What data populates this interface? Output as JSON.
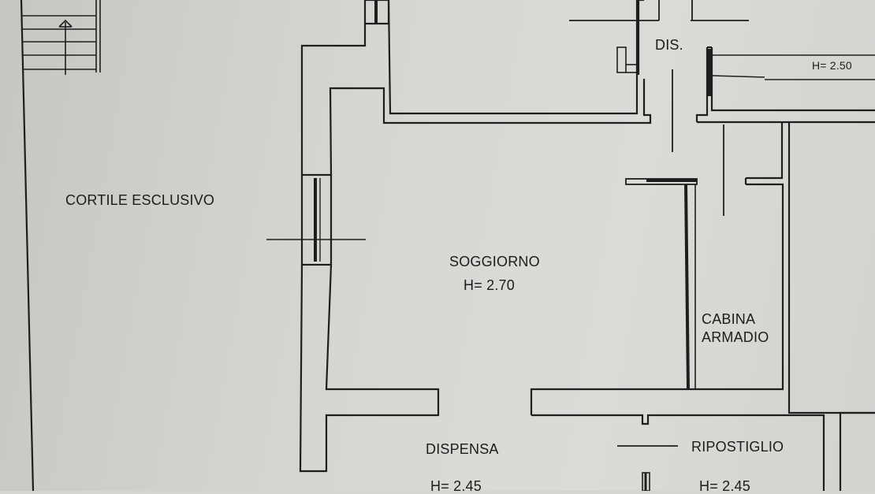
{
  "labels": {
    "cortile": "CORTILE ESCLUSIVO",
    "soggiorno": "SOGGIORNO",
    "soggiorno_h": "H= 2.70",
    "dis": "DIS.",
    "h_250": "H= 2.50",
    "cabina_1": "CABINA",
    "cabina_2": "ARMADIO",
    "dispensa": "DISPENSA",
    "dispensa_h": "H= 2.45",
    "ripostiglio": "RIPOSTIGLIO",
    "ripostiglio_h": "H= 2.45"
  },
  "colors": {
    "paper": "#d9d7d4",
    "ink": "#1c1c1c"
  }
}
